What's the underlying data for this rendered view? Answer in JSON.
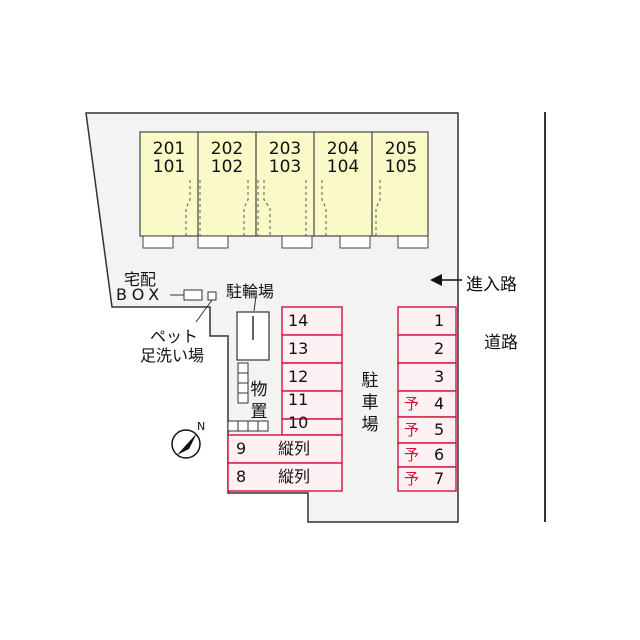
{
  "units": [
    {
      "upper": "201",
      "lower": "101"
    },
    {
      "upper": "202",
      "lower": "102"
    },
    {
      "upper": "203",
      "lower": "103"
    },
    {
      "upper": "204",
      "lower": "104"
    },
    {
      "upper": "205",
      "lower": "105"
    }
  ],
  "labels": {
    "delivery_box_line1": "宅配",
    "delivery_box_line2": "BOX",
    "pet_wash_line1": "ペット",
    "pet_wash_line2": "足洗い場",
    "bicycle_parking": "駐輪場",
    "storage": [
      "物",
      "置"
    ],
    "parking": [
      "駐",
      "車",
      "場"
    ],
    "entrance": "進入路",
    "road": "道路",
    "north": "N"
  },
  "left_slots": [
    {
      "number": "14",
      "tag": ""
    },
    {
      "number": "13",
      "tag": ""
    },
    {
      "number": "12",
      "tag": ""
    },
    {
      "number": "11",
      "tag": ""
    },
    {
      "number": "10",
      "tag": ""
    },
    {
      "number": "9",
      "tag": "縦列"
    },
    {
      "number": "8",
      "tag": "縦列"
    }
  ],
  "right_slots": [
    {
      "number": "1",
      "reserved": ""
    },
    {
      "number": "2",
      "reserved": ""
    },
    {
      "number": "3",
      "reserved": ""
    },
    {
      "number": "4",
      "reserved": "予"
    },
    {
      "number": "5",
      "reserved": "予"
    },
    {
      "number": "6",
      "reserved": "予"
    },
    {
      "number": "7",
      "reserved": "予"
    }
  ],
  "colors": {
    "building_fill": "#fafac8",
    "slot_fill": "#fdf1f4",
    "slot_border": "#d2143a",
    "lot_fill": "#f3f3f3",
    "outline": "#333333"
  }
}
